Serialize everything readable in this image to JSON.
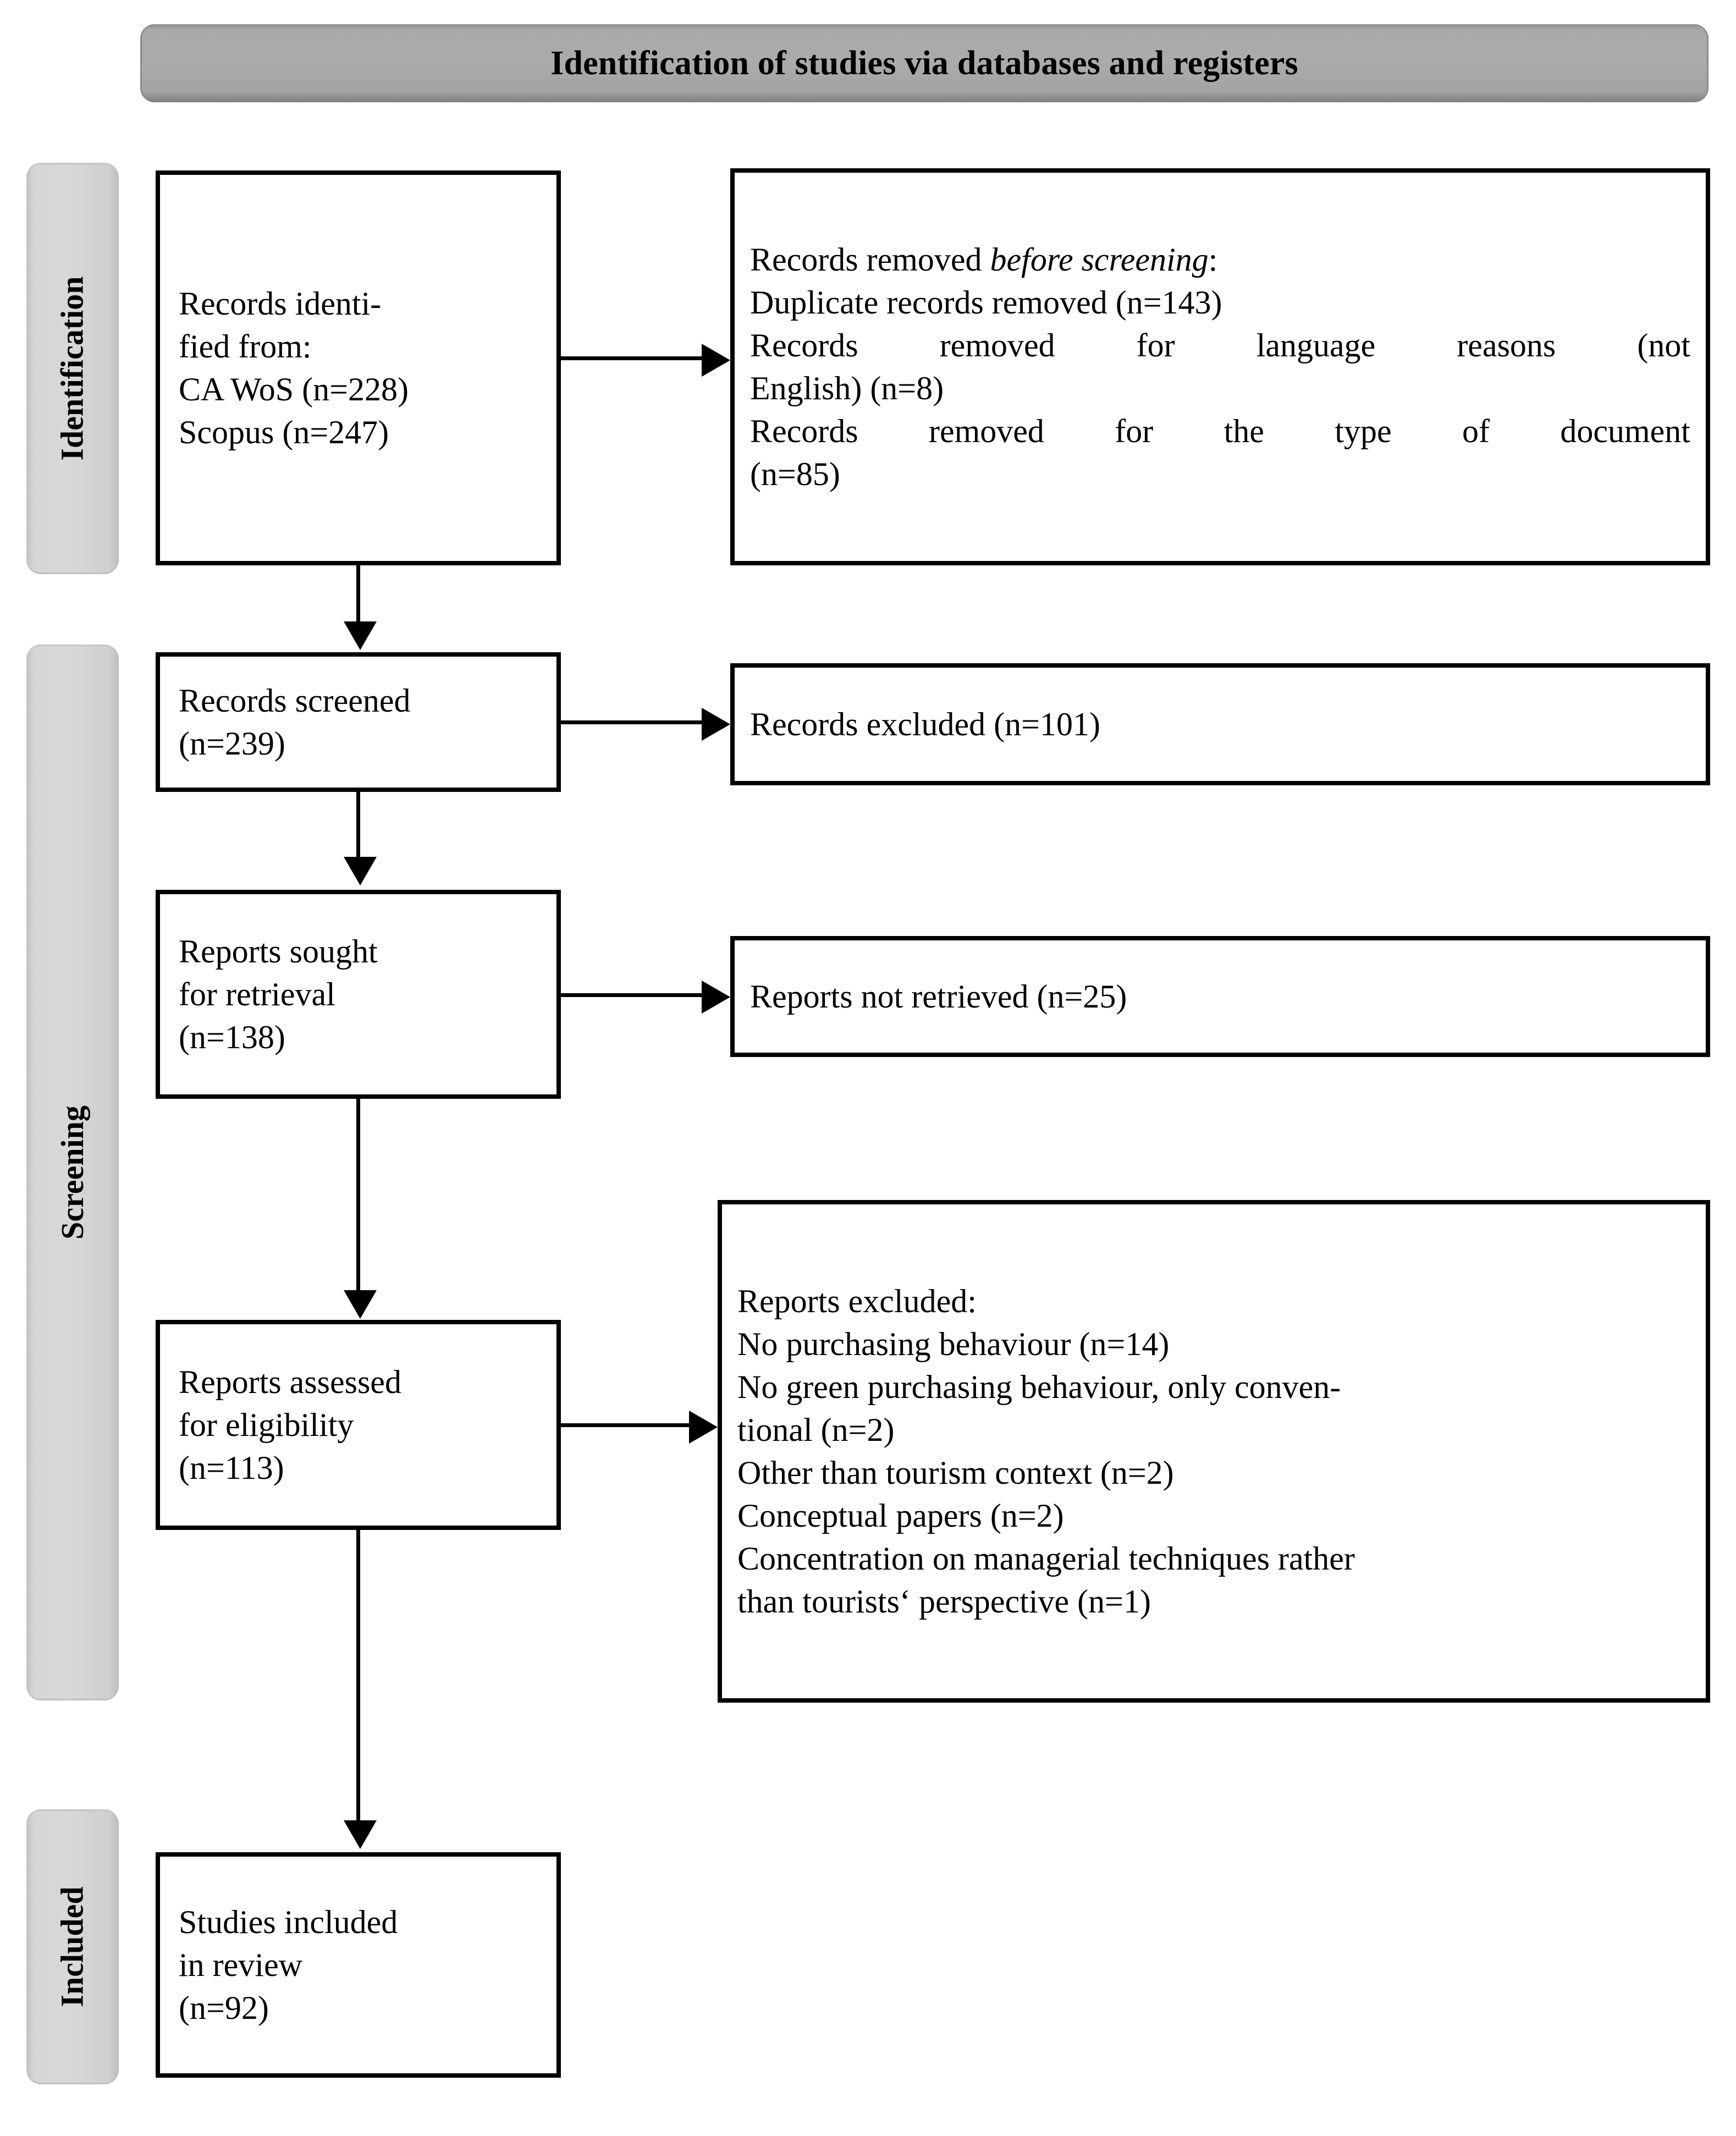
{
  "banner": {
    "title": "Identification of studies via databases and registers"
  },
  "phases": [
    {
      "id": "identification",
      "label": "Identification"
    },
    {
      "id": "screening",
      "label": "Screening"
    },
    {
      "id": "included",
      "label": "Included"
    }
  ],
  "boxes": {
    "identified": {
      "name": "records-identified",
      "lines": [
        "Records identi-",
        "fied from:",
        "CA WoS (n=228)",
        "Scopus (n=247)"
      ]
    },
    "removed_before": {
      "name": "records-removed-before-screening",
      "heading_prefix": "Records removed ",
      "heading_italic": "before screening",
      "heading_suffix": ":",
      "lines": [
        "Duplicate records removed (n=143)"
      ],
      "justified": [
        {
          "parts": [
            "Records",
            "removed",
            "for",
            "language",
            "reasons",
            "(not"
          ]
        },
        {
          "parts": [
            "English) (n=8)"
          ]
        },
        {
          "parts": [
            "Records",
            "removed",
            "for",
            "the",
            "type",
            "of",
            "document"
          ]
        },
        {
          "parts": [
            "(n=85)"
          ]
        }
      ]
    },
    "screened": {
      "name": "records-screened",
      "lines": [
        "Records screened",
        "(n=239)"
      ]
    },
    "excluded_101": {
      "name": "records-excluded",
      "lines": [
        "Records excluded (n=101)"
      ]
    },
    "sought": {
      "name": "reports-sought-for-retrieval",
      "lines": [
        "Reports sought",
        "for retrieval",
        "(n=138)"
      ]
    },
    "not_retrieved": {
      "name": "reports-not-retrieved",
      "lines": [
        "Reports not retrieved (n=25)"
      ]
    },
    "assessed": {
      "name": "reports-assessed-for-eligibility",
      "lines": [
        "Reports assessed",
        "for eligibility",
        "(n=113)"
      ]
    },
    "reports_excluded": {
      "name": "reports-excluded",
      "heading": "Reports excluded:",
      "lines": [
        "No purchasing behaviour (n=14)",
        "No green purchasing behaviour, only conven-",
        "tional (n=2)",
        "Other than tourism context (n=2)",
        "Conceptual papers (n=2)",
        "Concentration on managerial techniques rather",
        "than tourists‘ perspective (n=1)"
      ]
    },
    "included": {
      "name": "studies-included-in-review",
      "lines": [
        "Studies included",
        "in review",
        "(n=92)"
      ]
    }
  },
  "flow_data": {
    "type": "prisma-flow",
    "identified": {
      "CA WoS": 228,
      "Scopus": 247
    },
    "removed_before_screening": {
      "duplicate_records": 143,
      "language_not_english": 8,
      "type_of_document": 85
    },
    "records_screened": 239,
    "records_excluded": 101,
    "reports_sought": 138,
    "reports_not_retrieved": 25,
    "reports_assessed": 113,
    "reports_excluded": {
      "no_purchasing_behaviour": 14,
      "no_green_purchasing_only_conventional": 2,
      "other_than_tourism_context": 2,
      "conceptual_papers": 2,
      "managerial_techniques_not_tourist_perspective": 1
    },
    "studies_included": 92
  },
  "colors": {
    "banner_gray": "#a9a9a9",
    "tab_gray": "#d6d6d6",
    "border": "#000000",
    "background": "#ffffff"
  }
}
